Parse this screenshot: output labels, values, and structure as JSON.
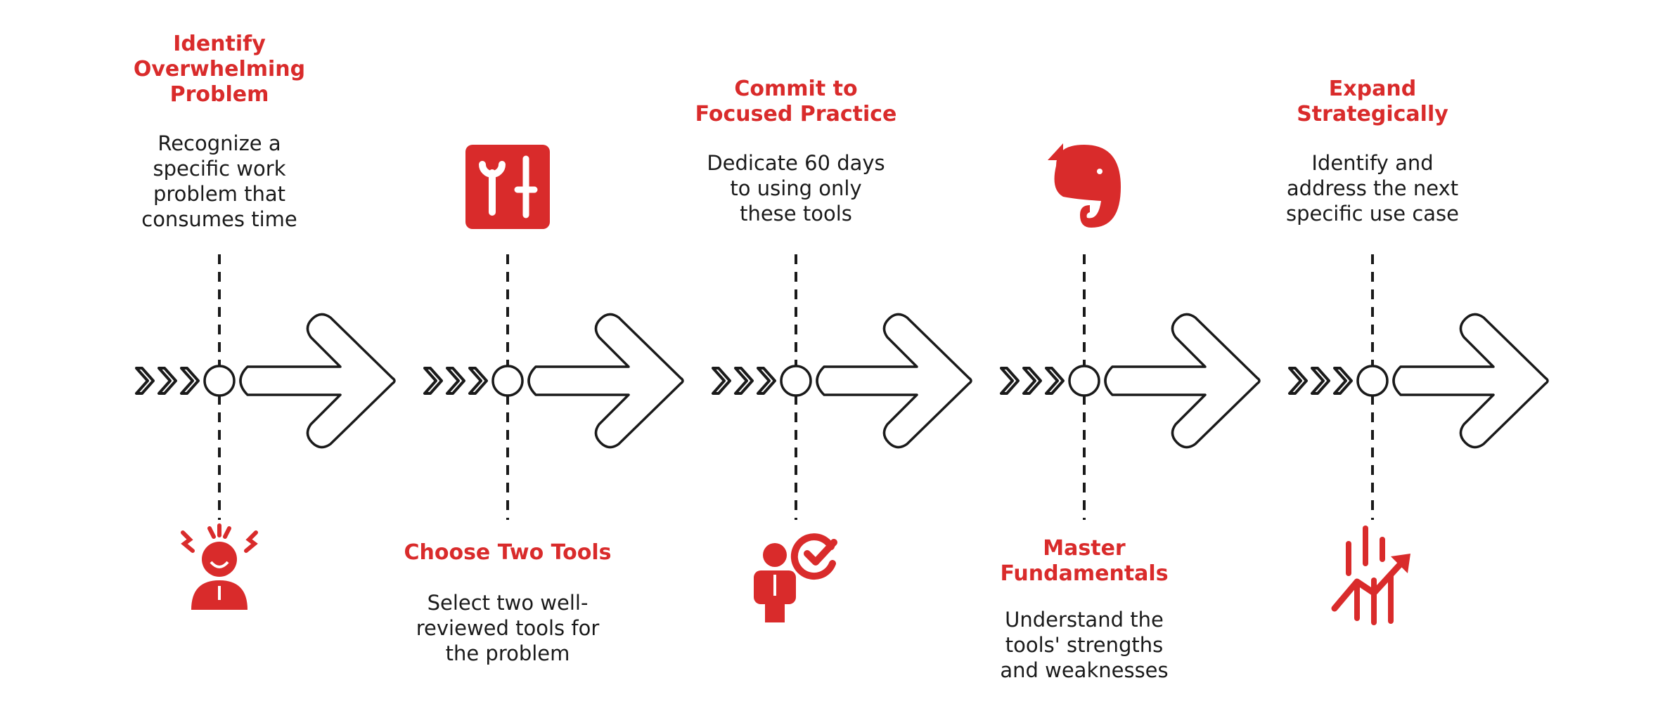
{
  "steps": [
    {
      "title_lines": [
        "Identify",
        "Overwhelming",
        "Problem"
      ],
      "desc_lines": [
        "Recognize a",
        "specific work",
        "problem that",
        "consumes time"
      ],
      "icon": "frustrated-person-icon"
    },
    {
      "title_lines": [
        "Choose Two Tools"
      ],
      "desc_lines": [
        "Select two well-",
        "reviewed tools for",
        "the problem"
      ],
      "icon": "tools-icon"
    },
    {
      "title_lines": [
        "Commit to",
        "Focused Practice"
      ],
      "desc_lines": [
        "Dedicate 60 days",
        "to using only",
        "these tools"
      ],
      "icon": "person-checkmark-icon"
    },
    {
      "title_lines": [
        "Master",
        "Fundamentals"
      ],
      "desc_lines": [
        "Understand the",
        "tools' strengths",
        "and weaknesses"
      ],
      "icon": "elephant-notes-icon"
    },
    {
      "title_lines": [
        "Expand",
        "Strategically"
      ],
      "desc_lines": [
        "Identify and",
        "address the next",
        "specific use case"
      ],
      "icon": "growth-chart-icon"
    }
  ],
  "colors": {
    "accent": "#d92b2b",
    "line": "#1a1a1a"
  }
}
